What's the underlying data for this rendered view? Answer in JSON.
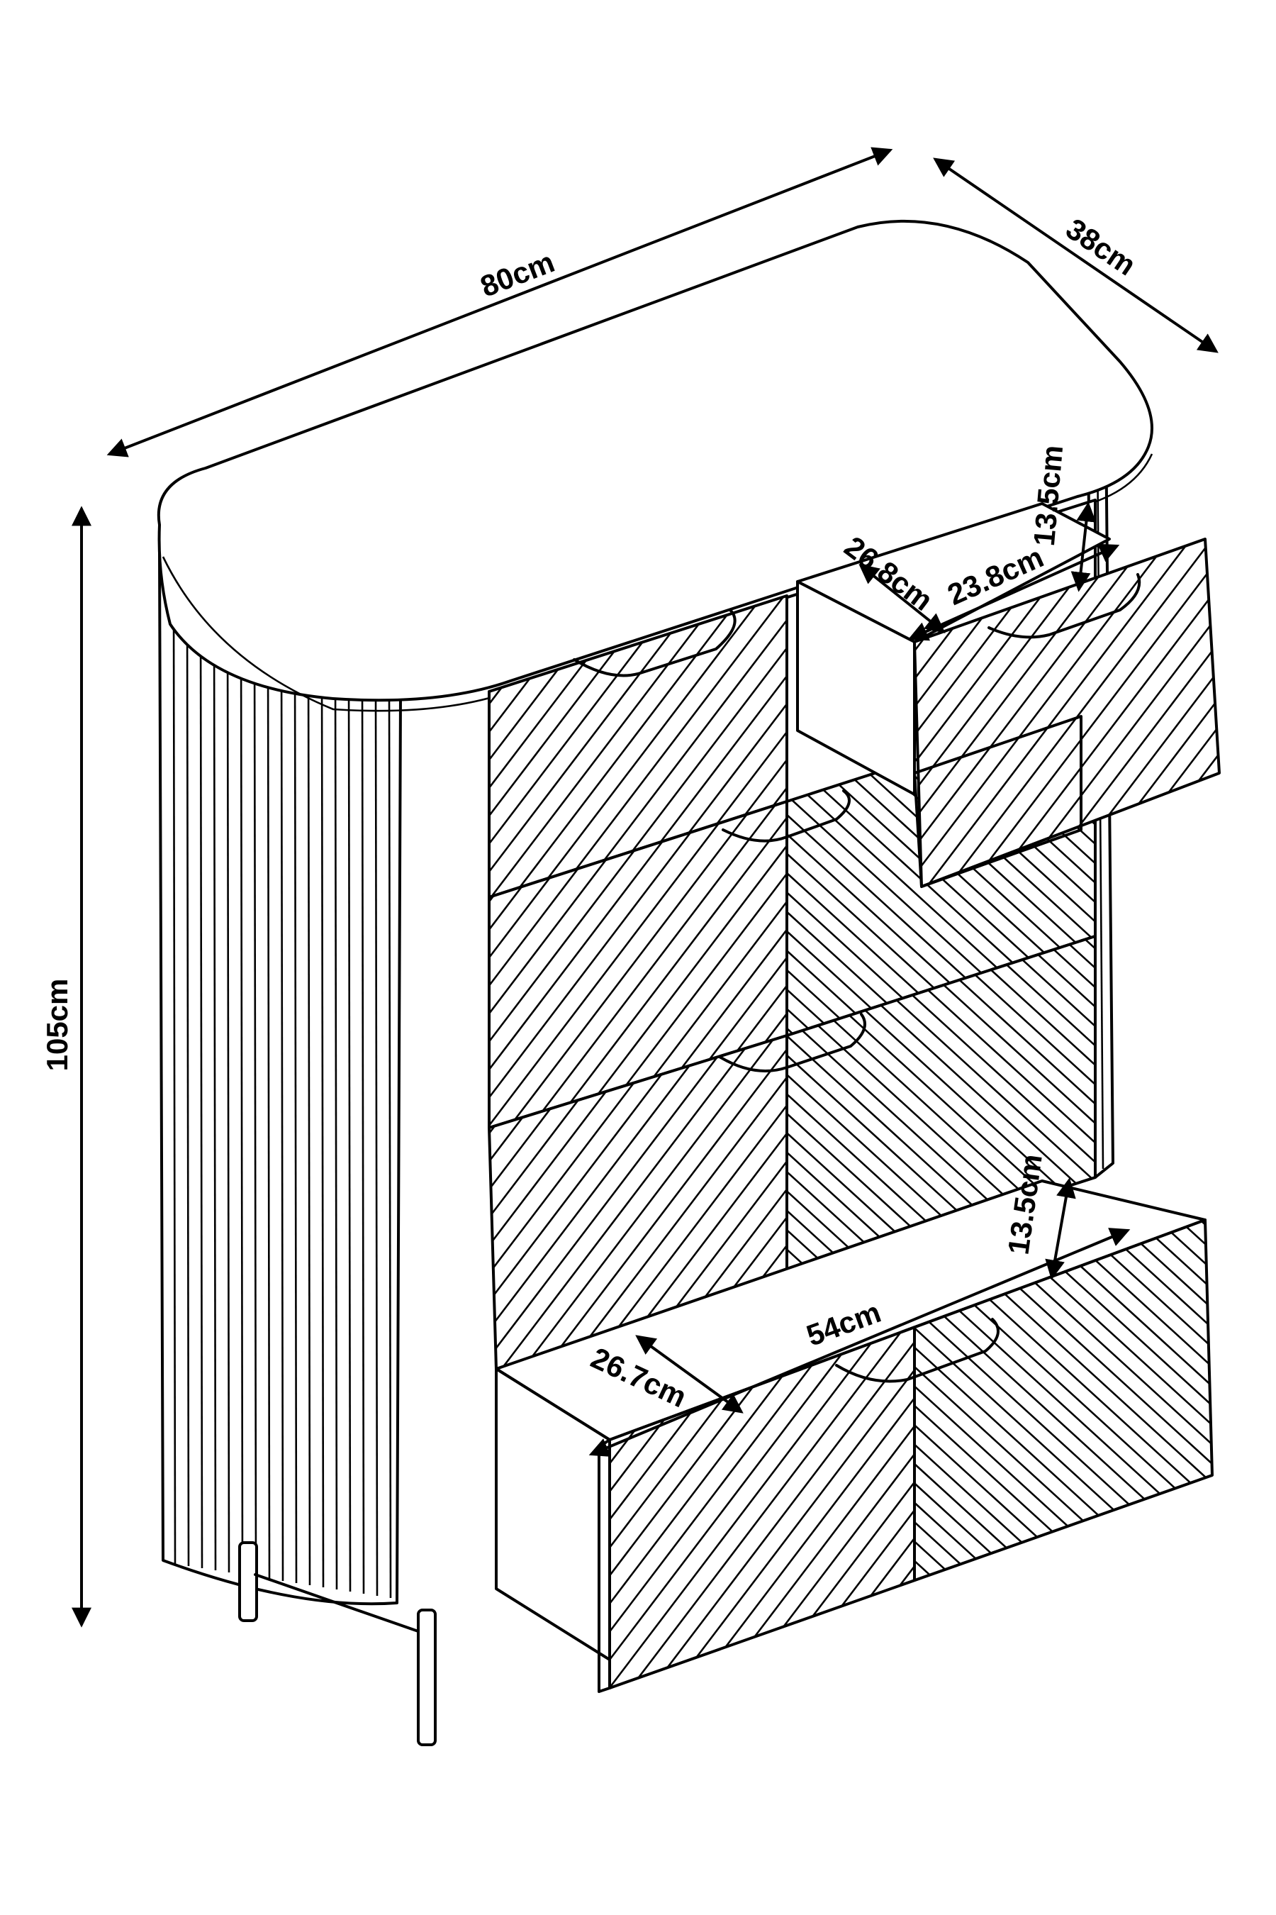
{
  "dimensions": {
    "width": "80cm",
    "depth": "38cm",
    "height": "105cm",
    "small_drawer_depth": "26.8cm",
    "small_drawer_width": "23.8cm",
    "small_drawer_height": "13.5cm",
    "large_drawer_depth": "26.7cm",
    "large_drawer_width": "54cm",
    "large_drawer_height": "13.5cm"
  },
  "colors": {
    "line": "#000000",
    "background": "#ffffff"
  }
}
